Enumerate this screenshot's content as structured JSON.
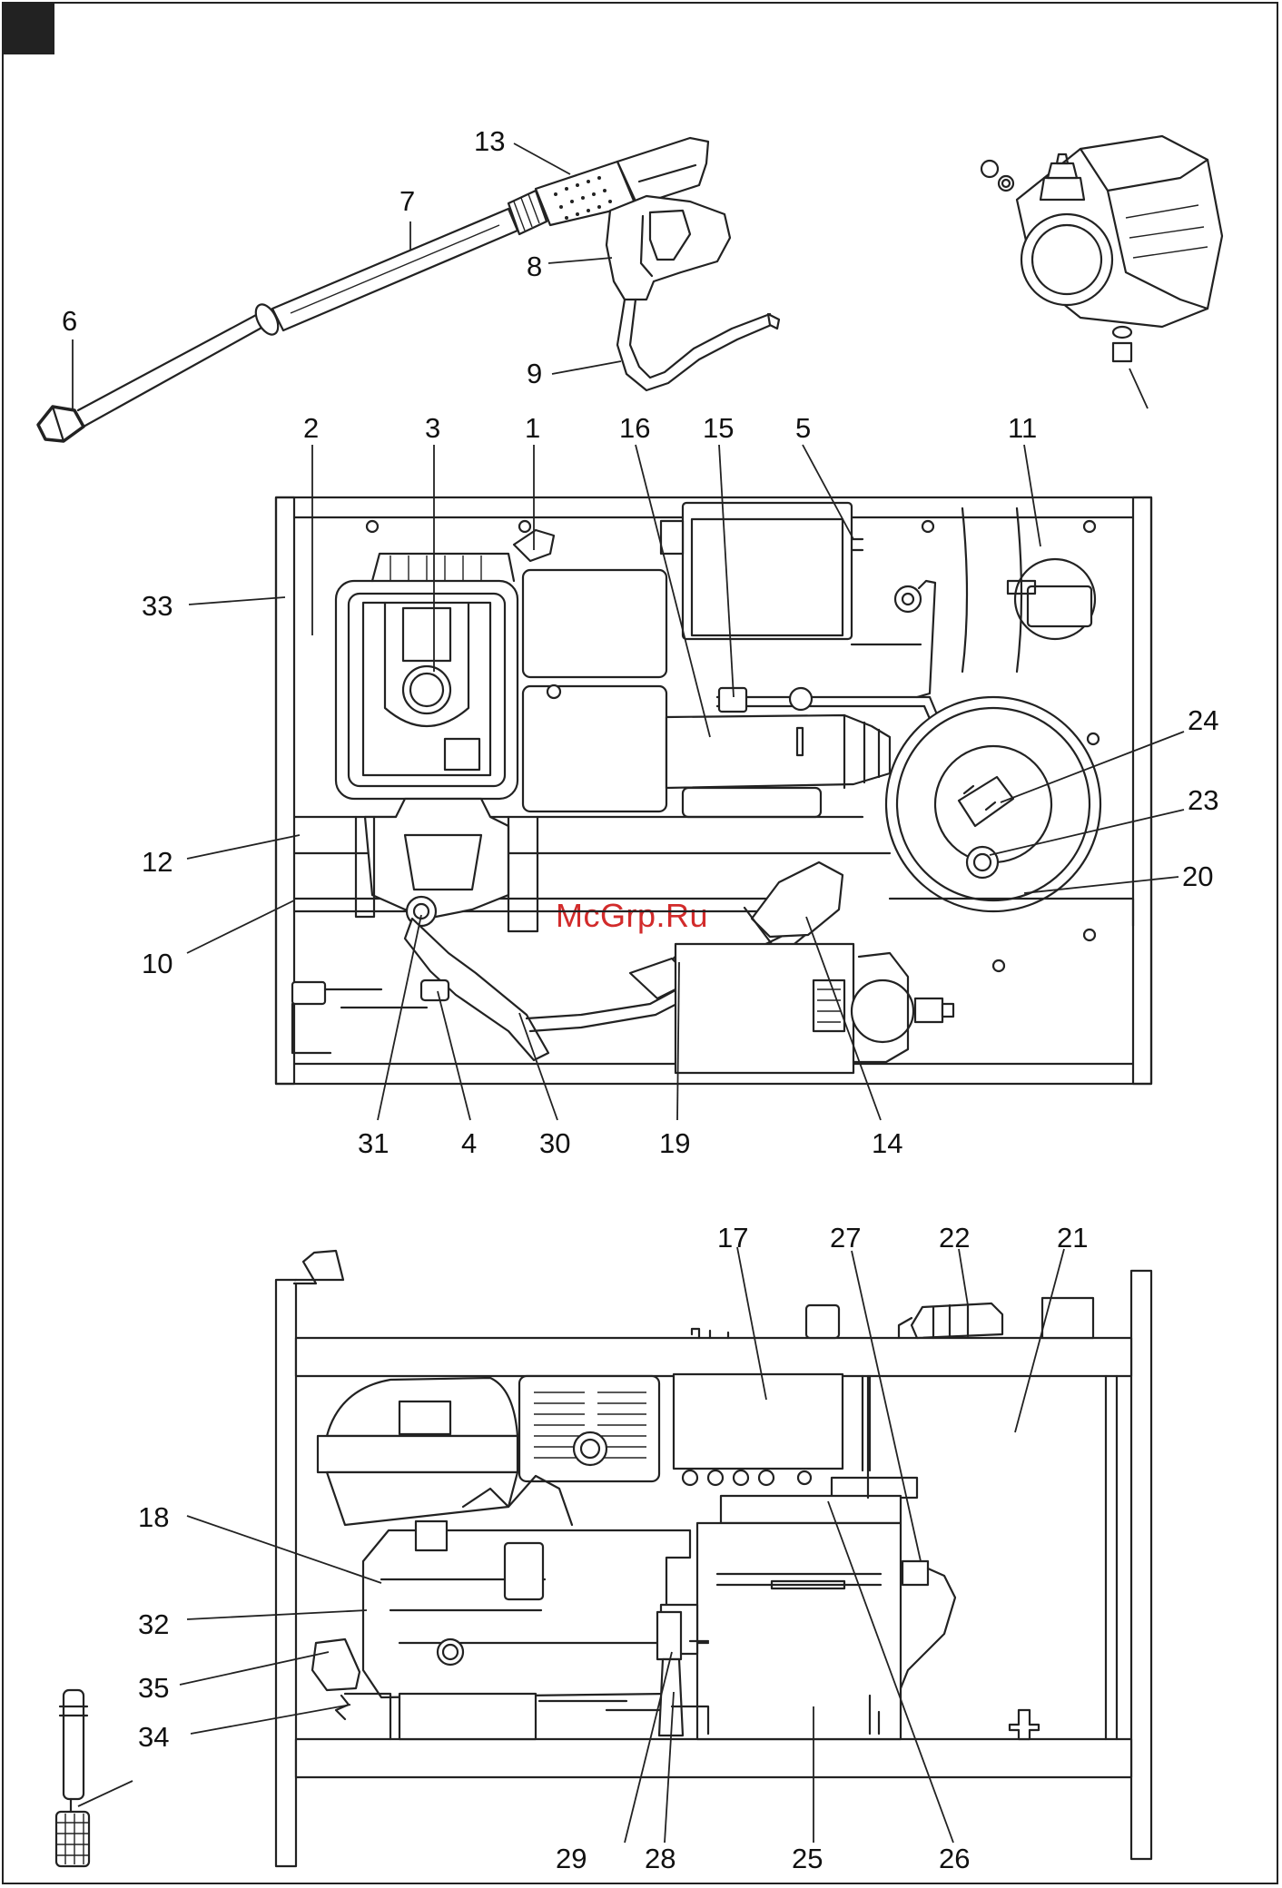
{
  "watermark": "McGrp.Ru",
  "callouts": [
    {
      "id": "13",
      "label": "13"
    },
    {
      "id": "7",
      "label": "7"
    },
    {
      "id": "8",
      "label": "8"
    },
    {
      "id": "6",
      "label": "6"
    },
    {
      "id": "9",
      "label": "9"
    },
    {
      "id": "2",
      "label": "2"
    },
    {
      "id": "3",
      "label": "3"
    },
    {
      "id": "1",
      "label": "1"
    },
    {
      "id": "16",
      "label": "16"
    },
    {
      "id": "15",
      "label": "15"
    },
    {
      "id": "5",
      "label": "5"
    },
    {
      "id": "11",
      "label": "11"
    },
    {
      "id": "33",
      "label": "33"
    },
    {
      "id": "24",
      "label": "24"
    },
    {
      "id": "23",
      "label": "23"
    },
    {
      "id": "12",
      "label": "12"
    },
    {
      "id": "20",
      "label": "20"
    },
    {
      "id": "10",
      "label": "10"
    },
    {
      "id": "31",
      "label": "31"
    },
    {
      "id": "4",
      "label": "4"
    },
    {
      "id": "30",
      "label": "30"
    },
    {
      "id": "19",
      "label": "19"
    },
    {
      "id": "14",
      "label": "14"
    },
    {
      "id": "17",
      "label": "17"
    },
    {
      "id": "27",
      "label": "27"
    },
    {
      "id": "22",
      "label": "22"
    },
    {
      "id": "21",
      "label": "21"
    },
    {
      "id": "18",
      "label": "18"
    },
    {
      "id": "32",
      "label": "32"
    },
    {
      "id": "35",
      "label": "35"
    },
    {
      "id": "34",
      "label": "34"
    },
    {
      "id": "29",
      "label": "29"
    },
    {
      "id": "28",
      "label": "28"
    },
    {
      "id": "25",
      "label": "25"
    },
    {
      "id": "26",
      "label": "26"
    }
  ]
}
